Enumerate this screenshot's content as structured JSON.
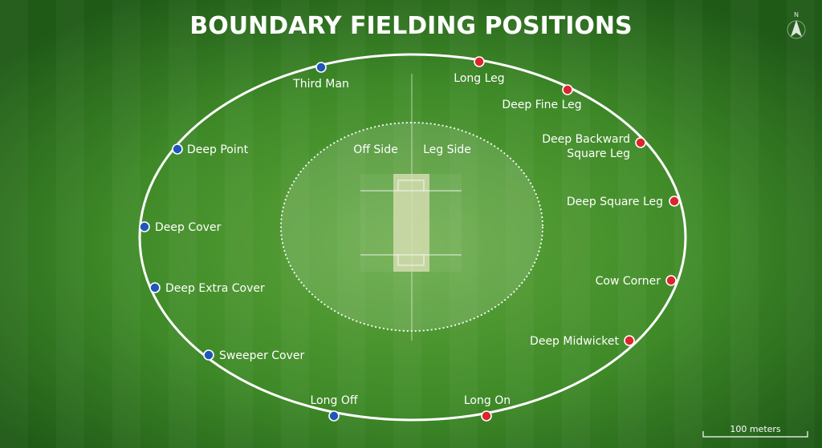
{
  "title": "BOUNDARY FIELDING POSITIONS",
  "compass": {
    "letter": "N",
    "icon": "north-arrow-icon"
  },
  "scale_bar": {
    "label": "100 meters"
  },
  "inner_circle": {
    "left_label": "Off Side",
    "right_label": "Leg Side"
  },
  "colors": {
    "off_side": "#1f56b7",
    "leg_side": "#d8262b",
    "grass_center": "#5ea63a",
    "grass_edge": "#1f5a17",
    "boundary": "#ffffff"
  },
  "positions": [
    {
      "name": "Third Man",
      "side": "off"
    },
    {
      "name": "Deep Point",
      "side": "off"
    },
    {
      "name": "Deep Cover",
      "side": "off"
    },
    {
      "name": "Deep Extra Cover",
      "side": "off"
    },
    {
      "name": "Sweeper Cover",
      "side": "off"
    },
    {
      "name": "Long Off",
      "side": "off"
    },
    {
      "name": "Long Leg",
      "side": "leg"
    },
    {
      "name": "Deep Fine Leg",
      "side": "leg"
    },
    {
      "name": "Deep Backward\nSquare Leg",
      "side": "leg"
    },
    {
      "name": "Deep Square Leg",
      "side": "leg"
    },
    {
      "name": "Cow Corner",
      "side": "leg"
    },
    {
      "name": "Deep Midwicket",
      "side": "leg"
    },
    {
      "name": "Long On",
      "side": "leg"
    }
  ]
}
